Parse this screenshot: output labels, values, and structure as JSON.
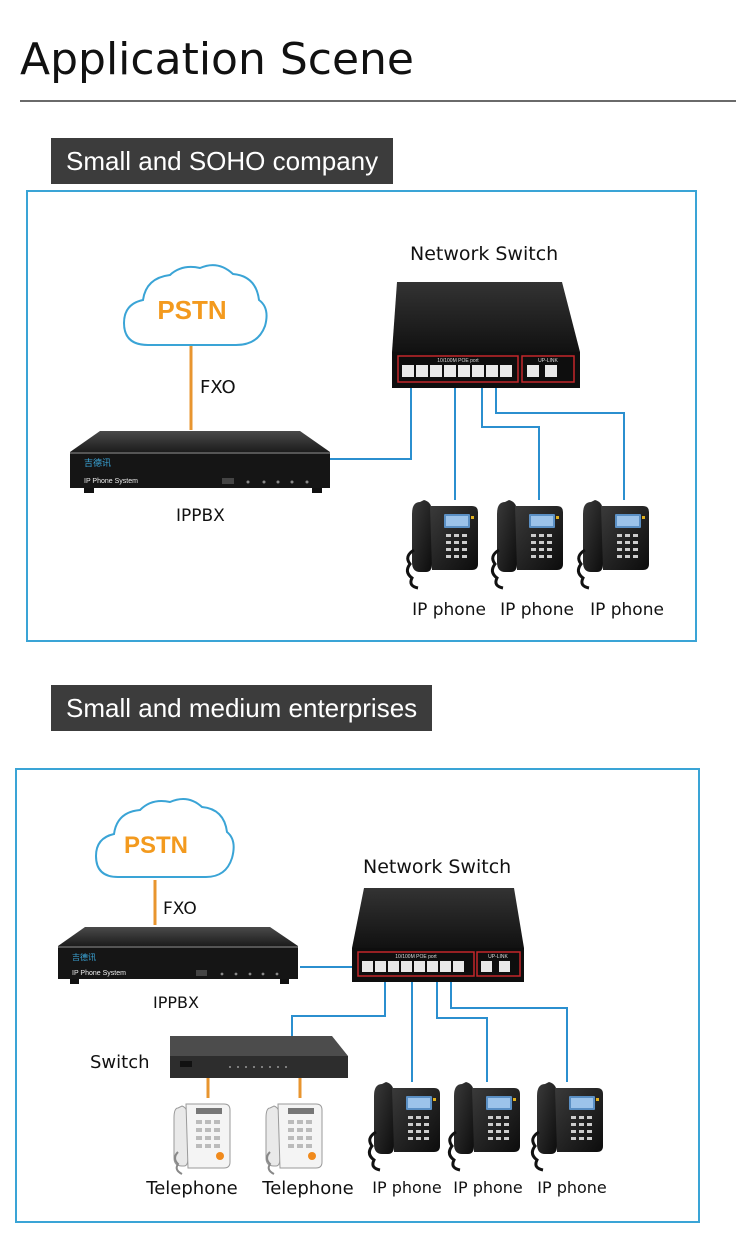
{
  "page": {
    "title": "Application Scene"
  },
  "sections": [
    {
      "tag": "Small and SOHO company",
      "cloud": "PSTN",
      "fxo": "FXO",
      "pbx": {
        "label": "IPPBX",
        "brand": "吉德讯",
        "model": "IP Phone System"
      },
      "switch": {
        "label": "Network Switch",
        "port_label": "10/100M POE port",
        "uplink_label": "UP-LINK"
      },
      "phones": [
        "IP phone",
        "IP phone",
        "IP phone"
      ]
    },
    {
      "tag": "Small and medium enterprises",
      "cloud": "PSTN",
      "fxo": "FXO",
      "pbx": {
        "label": "IPPBX",
        "brand": "吉德讯",
        "model": "IP Phone System"
      },
      "switch": {
        "label": "Network Switch",
        "port_label": "10/100M POE port",
        "uplink_label": "UP-LINK"
      },
      "small_switch": "Switch",
      "telephones": [
        "Telephone",
        "Telephone"
      ],
      "phones": [
        "IP phone",
        "IP phone",
        "IP phone"
      ]
    }
  ],
  "colors": {
    "accent_line": "#2b8fcf",
    "fxo_line": "#e8952f",
    "cloud_text": "#f39a1e",
    "box_border": "#3aa4d6",
    "tag_bg": "#3c3c3c"
  }
}
